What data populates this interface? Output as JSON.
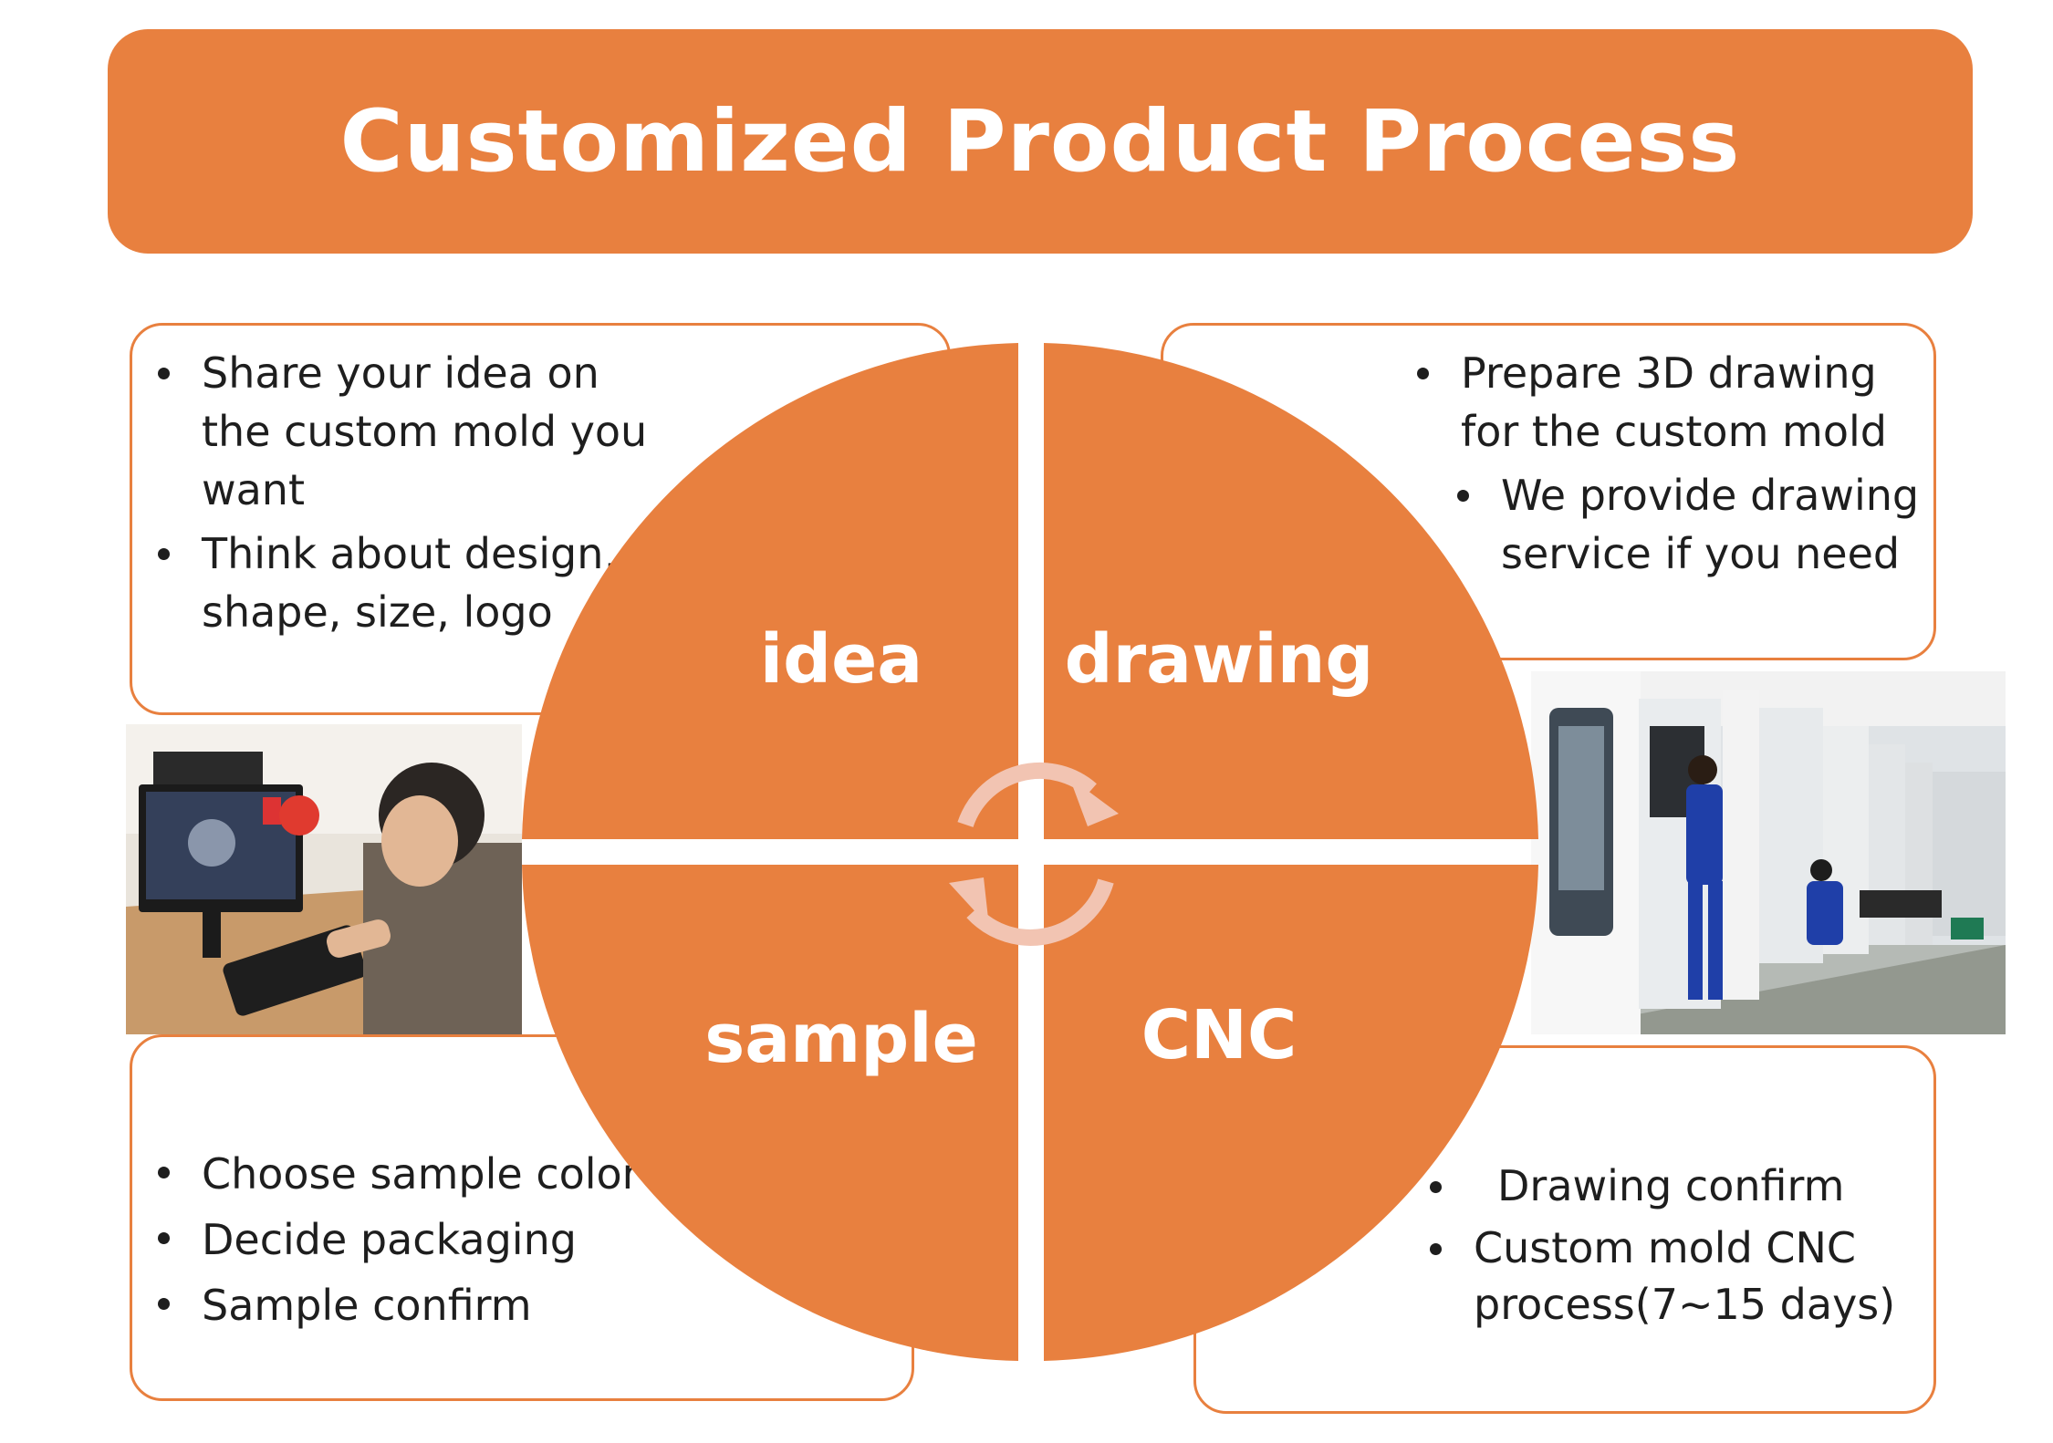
{
  "title": "Customized Product Process",
  "quadrants": {
    "idea": "idea",
    "drawing": "drawing",
    "sample": "sample",
    "cnc": "CNC"
  },
  "idea_box": {
    "items": [
      "Share your idea on the custom mold you want",
      "Think about design, shape, size, logo"
    ]
  },
  "drawing_box": {
    "items": [
      "Prepare 3D drawing for the custom mold",
      "We provide drawing service if you need"
    ]
  },
  "sample_box": {
    "items": [
      "Choose sample color",
      "Decide packaging",
      "Sample confirm"
    ]
  },
  "cnc_box": {
    "items": [
      "Drawing confirm",
      "Custom mold CNC process(7~15 days)"
    ]
  },
  "photos": {
    "designer": "designer-at-computer-photo",
    "factory": "cnc-factory-photo"
  },
  "colors": {
    "accent": "#e8803f",
    "arrow": "#f2c4b2",
    "text": "#1e1e1e"
  },
  "icons": {
    "cycle": "cycle-arrows-icon"
  }
}
